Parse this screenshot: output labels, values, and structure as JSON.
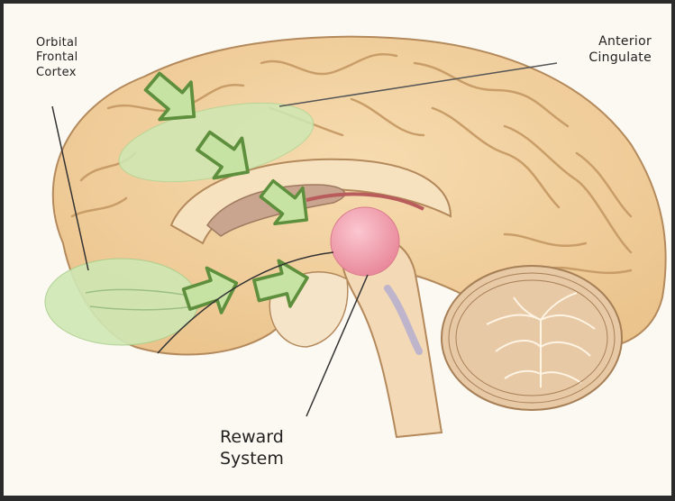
{
  "labels": {
    "orbital_frontal_cortex": [
      "Orbital",
      "Frontal",
      "Cortex"
    ],
    "anterior_cingulate": [
      "Anterior",
      "Cingulate"
    ],
    "reward_system": [
      "Reward",
      "System"
    ]
  },
  "colors": {
    "brain_fill": "#f1cf9b",
    "brain_outline": "#b4895c",
    "highlight_region": "#cfe8b4",
    "arrow_fill": "#c7e3a4",
    "arrow_outline": "#5e8f3c",
    "reward_sphere": "#f0a0ae",
    "cerebellum": "#e7c9a5",
    "background": "#fbf9f1"
  }
}
